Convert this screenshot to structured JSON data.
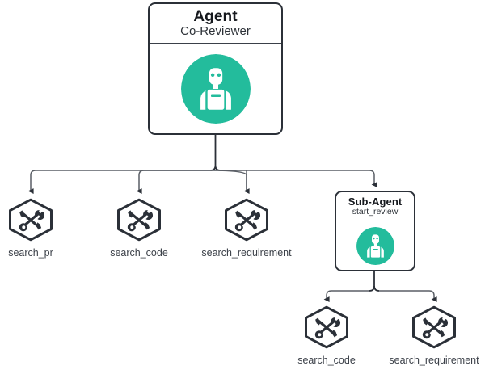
{
  "diagram": {
    "title": "Agent architecture tree",
    "background": "#ffffff",
    "accent_color": "#23bc9c",
    "line_color": "#5a5f66",
    "node_stroke": "#2b3038",
    "label_color": "#3c4149"
  },
  "root_agent": {
    "title": "Agent",
    "subtitle": "Co-Reviewer",
    "icon": "robot-avatar-icon"
  },
  "sub_agent": {
    "title": "Sub-Agent",
    "subtitle": "start_review",
    "icon": "robot-avatar-icon"
  },
  "root_tools": [
    {
      "label": "search_pr",
      "icon": "tools-hexagon-icon"
    },
    {
      "label": "search_code",
      "icon": "tools-hexagon-icon"
    },
    {
      "label": "search_requirement",
      "icon": "tools-hexagon-icon"
    }
  ],
  "sub_agent_tools": [
    {
      "label": "search_code",
      "icon": "tools-hexagon-icon"
    },
    {
      "label": "search_requirement",
      "icon": "tools-hexagon-icon"
    }
  ]
}
